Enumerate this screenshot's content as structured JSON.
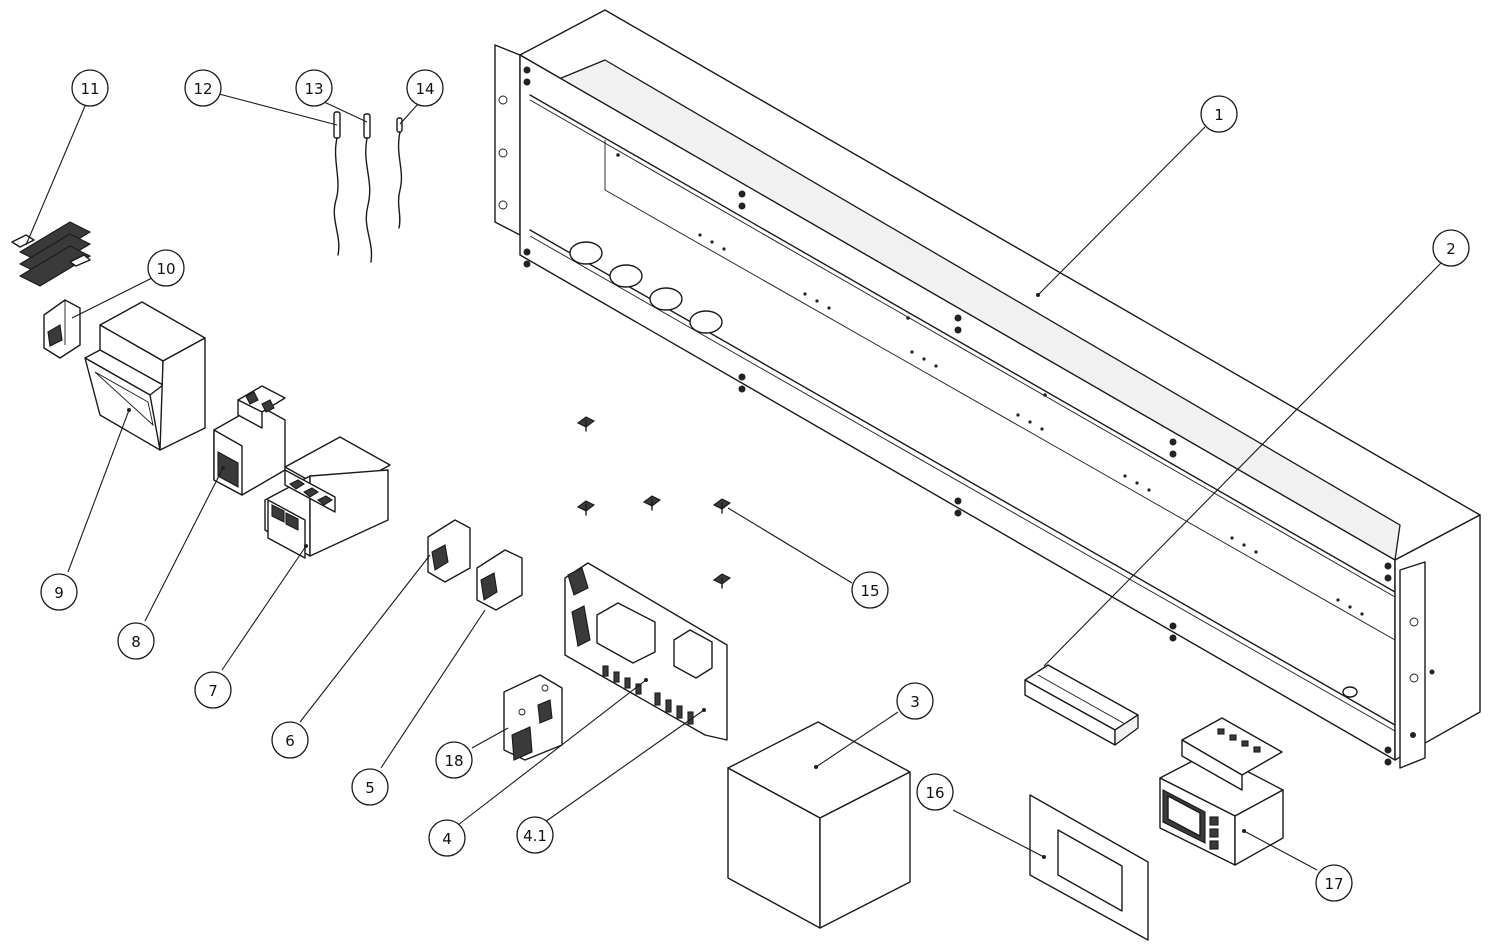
{
  "diagram": {
    "type": "exploded-assembly-view",
    "callouts": [
      "1",
      "2",
      "3",
      "4",
      "4.1",
      "5",
      "6",
      "7",
      "8",
      "9",
      "10",
      "11",
      "12",
      "13",
      "14",
      "15",
      "16",
      "17",
      "18"
    ]
  }
}
